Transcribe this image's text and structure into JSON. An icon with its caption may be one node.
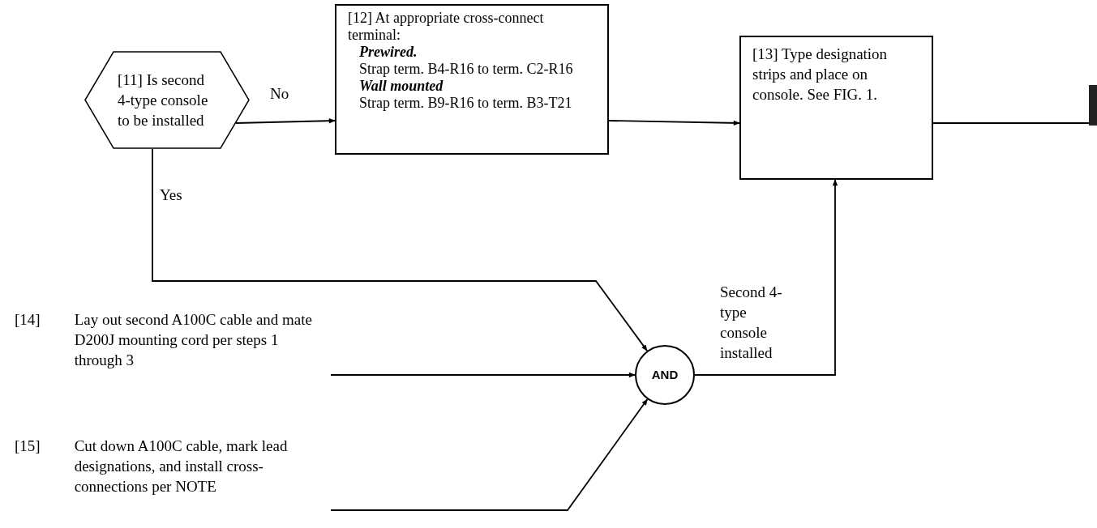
{
  "diagram": {
    "nodes": [
      {
        "text": [
          "[11] Is second 4-type console to be installed"
        ]
      },
      {
        "text": [
          "[12] At appropriate cross-connect terminal:",
          "Prewired.",
          "Strap term. B4-R16 to term. C2-R16",
          "Wall mounted",
          "Strap term. B9-R16 to term. B3-T21"
        ]
      },
      {
        "text": [
          "[13] Type designation strips and place on console. See FIG. 1."
        ]
      },
      {
        "text": [],
        "shape": "bar"
      },
      {
        "text": [
          "[14]",
          "Lay out second A100C cable and mate D200J mounting cord per steps 1 through 3"
        ]
      },
      {
        "text": [
          "[15]",
          "Cut down A100C cable, mark lead designations, and install cross-connections per NOTE"
        ]
      },
      {
        "text": [
          "AND"
        ]
      }
    ],
    "edges": [
      {
        "from": 0,
        "to": 1,
        "arrow": "to",
        "label": "No"
      },
      {
        "from": 1,
        "to": 2,
        "arrow": "to"
      },
      {
        "from": 2,
        "to": 3,
        "arrow": "none"
      },
      {
        "from": 0,
        "to": 6,
        "arrow": "to",
        "label": "Yes"
      },
      {
        "from": 4,
        "to": 6,
        "arrow": "to"
      },
      {
        "from": 5,
        "to": 6,
        "arrow": "to"
      },
      {
        "from": 6,
        "to": 2,
        "arrow": "to",
        "label": "Second 4-type console installed"
      }
    ]
  }
}
